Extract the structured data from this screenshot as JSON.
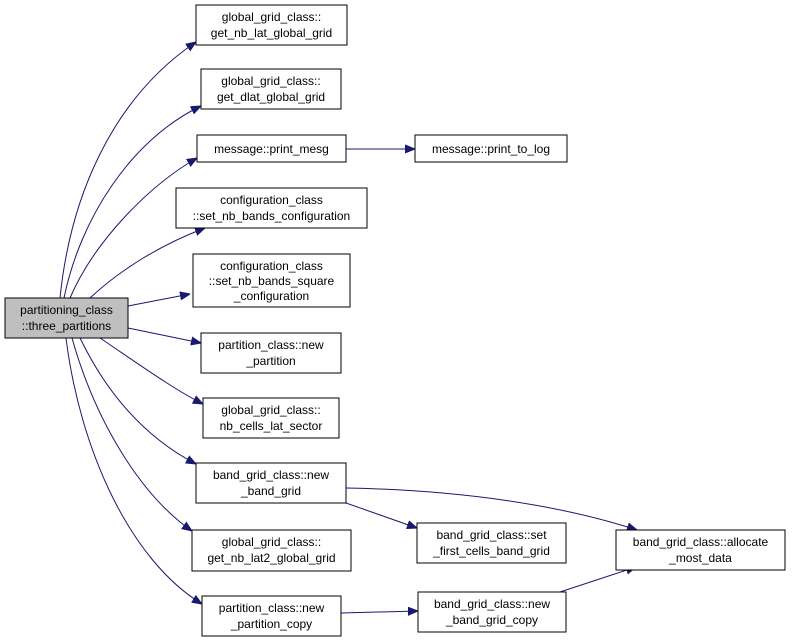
{
  "colors": {
    "edge": "#191970",
    "root_fill": "#bfbfbf",
    "node_fill": "#ffffff",
    "border": "#000000"
  },
  "nodes": {
    "root": [
      "partitioning_class",
      "::three_partitions"
    ],
    "get_nb_lat_global_grid": [
      "global_grid_class::",
      "get_nb_lat_global_grid"
    ],
    "get_dlat_global_grid": [
      "global_grid_class::",
      "get_dlat_global_grid"
    ],
    "print_mesg": [
      "message::print_mesg"
    ],
    "print_to_log": [
      "message::print_to_log"
    ],
    "set_nb_bands_configuration": [
      "configuration_class",
      "::set_nb_bands_configuration"
    ],
    "set_nb_bands_square_configuration": [
      "configuration_class",
      "::set_nb_bands_square",
      "_configuration"
    ],
    "new_partition": [
      "partition_class::new",
      "_partition"
    ],
    "nb_cells_lat_sector": [
      "global_grid_class::",
      "nb_cells_lat_sector"
    ],
    "new_band_grid": [
      "band_grid_class::new",
      "_band_grid"
    ],
    "set_first_cells_band_grid": [
      "band_grid_class::set",
      "_first_cells_band_grid"
    ],
    "allocate_most_data": [
      "band_grid_class::allocate",
      "_most_data"
    ],
    "get_nb_lat2_global_grid": [
      "global_grid_class::",
      "get_nb_lat2_global_grid"
    ],
    "new_partition_copy": [
      "partition_class::new",
      "_partition_copy"
    ],
    "new_band_grid_copy": [
      "band_grid_class::new",
      "_band_grid_copy"
    ]
  }
}
